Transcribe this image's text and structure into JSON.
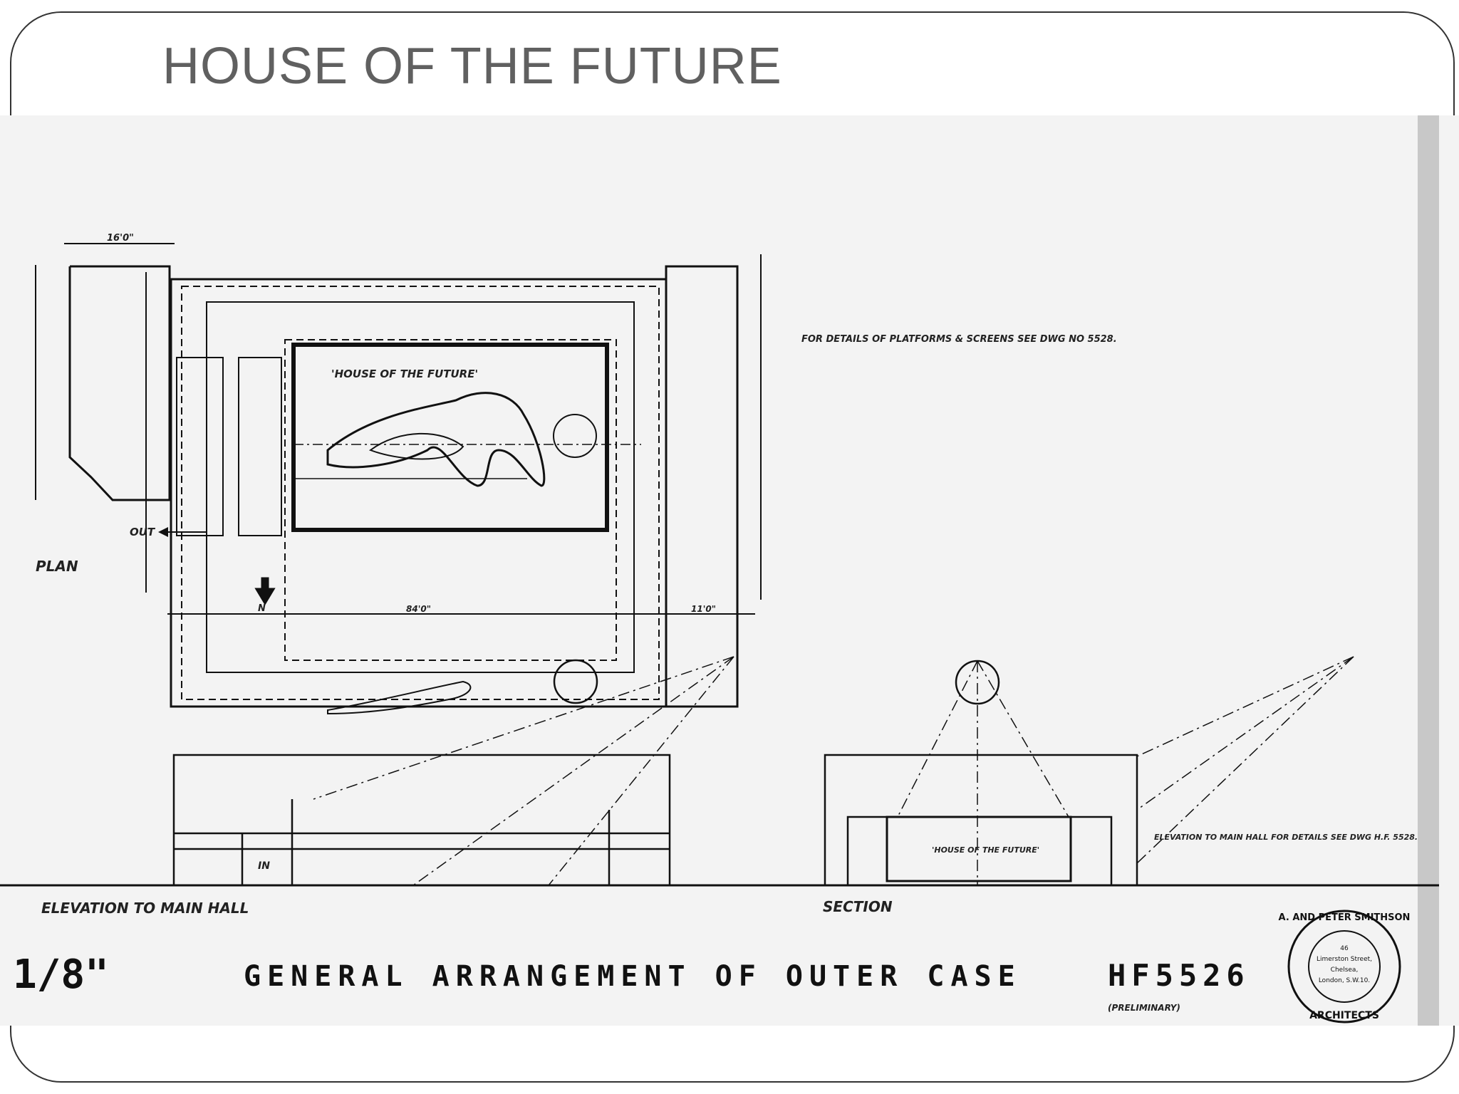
{
  "slide": {
    "title": "HOUSE OF THE FUTURE"
  },
  "drawing": {
    "plan_label": "PLAN",
    "elevation_label": "ELEVATION TO MAIN HALL",
    "section_label": "SECTION",
    "scale_label": "1/8\"",
    "drawing_title": "GENERAL ARRANGEMENT OF OUTER CASE",
    "drawing_number": "HF5526",
    "revision_note": "(PRELIMINARY)",
    "house_label": "'HOUSE OF THE FUTURE'",
    "out_label": "OUT",
    "in_label": "IN",
    "north_label": "N",
    "dim_top": "16'0\"",
    "dim_bottom": "84'0\"",
    "dim_bottom_right": "11'0\"",
    "details_note": "FOR DETAILS OF PLATFORMS & SCREENS SEE DWG NO 5528.",
    "elevation_note": "ELEVATION TO MAIN HALL FOR DETAILS SEE DWG H.F. 5528.",
    "stamp_top": "A. AND PETER SMITHSON",
    "stamp_bottom": "ARCHITECTS",
    "stamp_address": [
      "46",
      "Limerston Street,",
      "Chelsea,",
      "London, S.W.10."
    ]
  }
}
